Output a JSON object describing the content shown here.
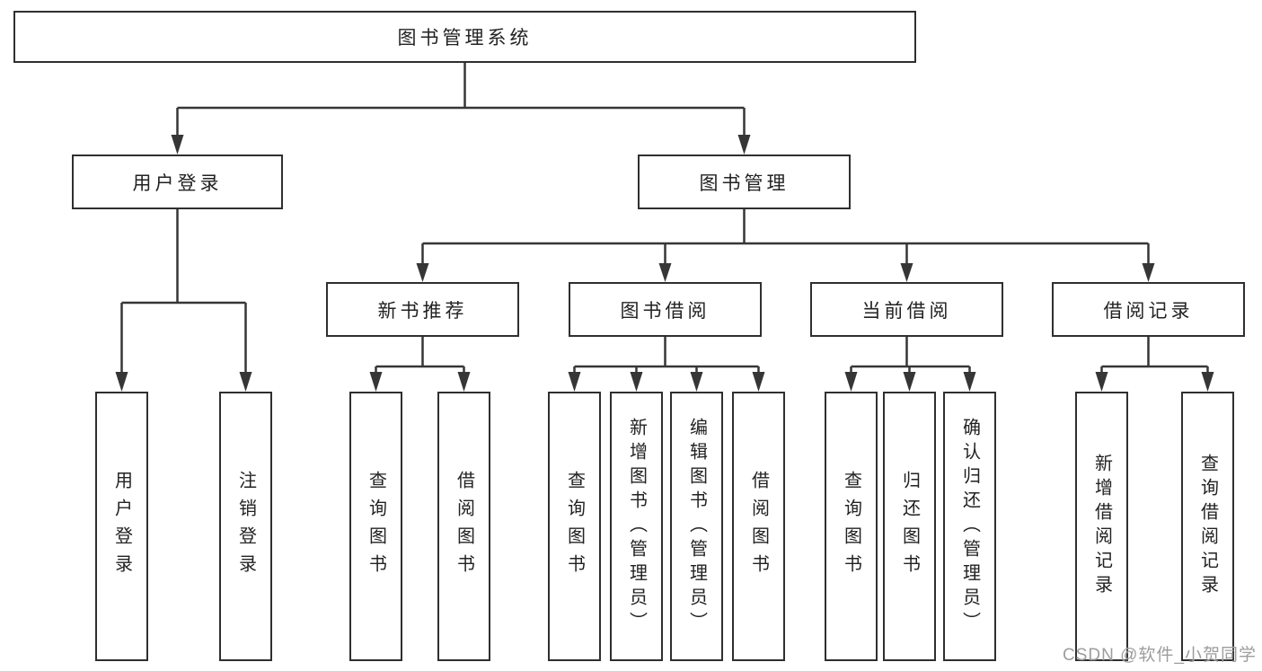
{
  "nodes": {
    "root": "图书管理系统",
    "user_login": "用户登录",
    "book_mgmt": "图书管理",
    "new_book": "新书推荐",
    "book_borrow": "图书借阅",
    "current_borrow": "当前借阅",
    "borrow_record": "借阅记录",
    "leaf_user_login": "用户登录",
    "leaf_logout": "注销登录",
    "leaf_nb_query": "查询图书",
    "leaf_nb_borrow": "借阅图书",
    "leaf_bb_query": "查询图书",
    "leaf_bb_add": "新增图书（管理员）",
    "leaf_bb_edit": "编辑图书（管理员）",
    "leaf_bb_borrow": "借阅图书",
    "leaf_cb_query": "查询图书",
    "leaf_cb_return": "归还图书",
    "leaf_cb_confirm": "确认归还（管理员）",
    "leaf_br_add": "新增借阅记录",
    "leaf_br_query": "查询借阅记录"
  },
  "tree": {
    "图书管理系统": {
      "用户登录": [
        "用户登录",
        "注销登录"
      ],
      "图书管理": {
        "新书推荐": [
          "查询图书",
          "借阅图书"
        ],
        "图书借阅": [
          "查询图书",
          "新增图书（管理员）",
          "编辑图书（管理员）",
          "借阅图书"
        ],
        "当前借阅": [
          "查询图书",
          "归还图书",
          "确认归还（管理员）"
        ],
        "借阅记录": [
          "新增借阅记录",
          "查询借阅记录"
        ]
      }
    }
  },
  "watermark": "CSDN @软件_小贺同学",
  "colors": {
    "border": "#2f2f2f",
    "line": "#363636",
    "text": "#222222",
    "watermark": "#8c8c8c",
    "background": "#ffffff"
  }
}
